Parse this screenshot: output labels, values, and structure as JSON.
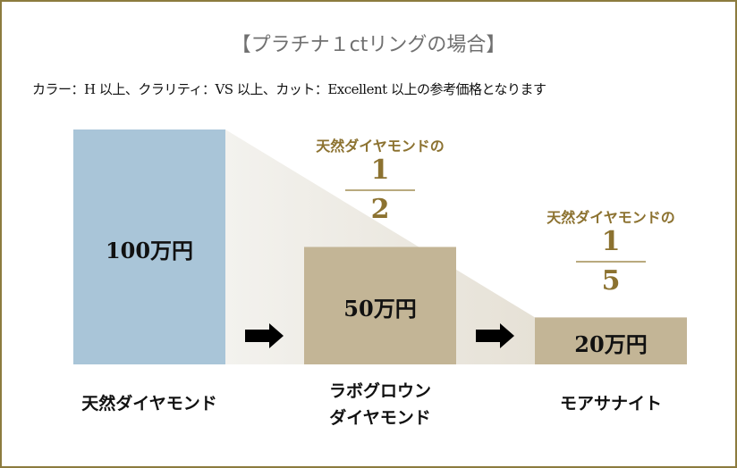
{
  "title": "【プラチナ１ctリングの場合】",
  "subtitle": "カラー：H 以上、クラリティ：VS 以上、カット：Excellent 以上の参考価格となります",
  "colors": {
    "natural": "#a9c5d8",
    "other": "#c3b596",
    "accent": "#8c7230",
    "border": "#8c7b3e"
  },
  "chart_data": {
    "type": "bar",
    "title": "【プラチナ１ctリングの場合】",
    "unit": "万円",
    "categories": [
      "天然ダイヤモンド",
      "ラボグロウン ダイヤモンド",
      "モアサナイト"
    ],
    "category_lines": [
      [
        "天然ダイヤモンド"
      ],
      [
        "ラボグロウン",
        "ダイヤモンド"
      ],
      [
        "モアサナイト"
      ]
    ],
    "values": [
      100,
      50,
      20
    ],
    "value_labels": [
      "100万円",
      "50万円",
      "20万円"
    ],
    "ylim": [
      0,
      100
    ],
    "annotations": [
      {
        "text": "天然ダイヤモンドの",
        "numerator": "1",
        "denominator": "2"
      },
      {
        "text": "天然ダイヤモンドの",
        "numerator": "1",
        "denominator": "5"
      }
    ]
  }
}
